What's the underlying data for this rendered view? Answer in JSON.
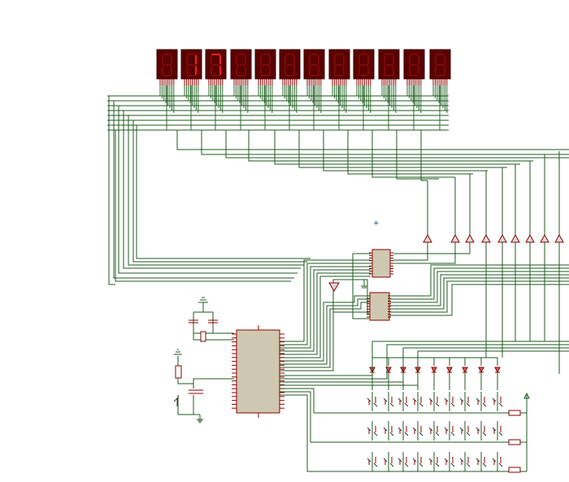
{
  "schematic": {
    "displays": [
      {
        "id": "d1",
        "digit": ""
      },
      {
        "id": "d2",
        "digit": "1"
      },
      {
        "id": "d3",
        "digit": "7"
      },
      {
        "id": "d4",
        "digit": ""
      },
      {
        "id": "d5",
        "digit": ""
      },
      {
        "id": "d6",
        "digit": ""
      },
      {
        "id": "d7",
        "digit": ""
      },
      {
        "id": "d8",
        "digit": ""
      },
      {
        "id": "d9",
        "digit": ""
      },
      {
        "id": "d10",
        "digit": ""
      },
      {
        "id": "d11",
        "digit": ""
      },
      {
        "id": "d12",
        "digit": ""
      }
    ],
    "colors": {
      "wire": "#1f5a1f",
      "component_outline": "#8b0000",
      "chip_fill": "#cfc8b0",
      "segment_on": "#ff2020",
      "segment_off": "#7a0a0a",
      "display_body": "#5a0000"
    },
    "components": {
      "mcu": "microcontroller",
      "latches": 2,
      "buffers": 9,
      "diodes": 9,
      "keypad_rows": 3,
      "keypad_cols": 9,
      "crystal": 1,
      "reset_capacitor": 1
    }
  }
}
